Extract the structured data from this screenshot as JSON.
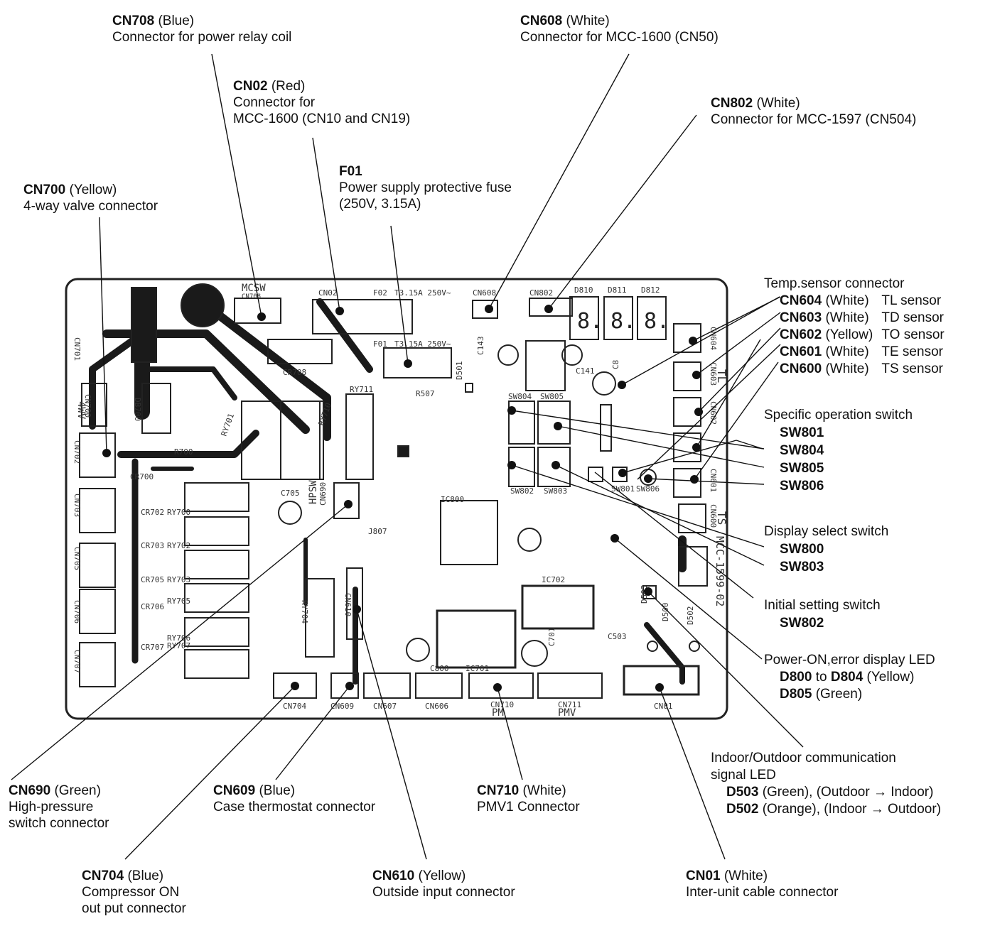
{
  "labels": {
    "cn708": {
      "code": "CN708",
      "color": "(Blue)",
      "desc": "Connector for power relay coil"
    },
    "cn608": {
      "code": "CN608",
      "color": "(White)",
      "desc": "Connector for MCC-1600 (CN50)"
    },
    "cn02": {
      "code": "CN02",
      "color": "(Red)",
      "desc1": "Connector for",
      "desc2": "MCC-1600 (CN10 and CN19)"
    },
    "cn802": {
      "code": "CN802",
      "color": "(White)",
      "desc": "Connector for MCC-1597 (CN504)"
    },
    "f01": {
      "code": "F01",
      "desc1": "Power supply protective fuse",
      "desc2": "(250V, 3.15A)"
    },
    "cn700": {
      "code": "CN700",
      "color": "(Yellow)",
      "desc": "4-way valve connector"
    },
    "temp_sensor": {
      "title": "Temp.sensor connector",
      "rows": [
        {
          "code": "CN604",
          "color": "(White)",
          "sensor": "TL sensor"
        },
        {
          "code": "CN603",
          "color": "(White)",
          "sensor": "TD sensor"
        },
        {
          "code": "CN602",
          "color": "(Yellow)",
          "sensor": "TO sensor"
        },
        {
          "code": "CN601",
          "color": "(White)",
          "sensor": "TE sensor"
        },
        {
          "code": "CN600",
          "color": "(White)",
          "sensor": "TS sensor"
        }
      ]
    },
    "specific_op": {
      "title": "Specific operation switch",
      "items": [
        "SW801",
        "SW804",
        "SW805",
        "SW806"
      ]
    },
    "display_sel": {
      "title": "Display select switch",
      "items": [
        "SW800",
        "SW803"
      ]
    },
    "initial_set": {
      "title": "Initial setting switch",
      "item": "SW802"
    },
    "power_led": {
      "title": "Power-ON,error display LED",
      "code_a": "D800",
      "to": "to",
      "code_b": "D804",
      "color_ab": "(Yellow)",
      "code_c": "D805",
      "color_c": "(Green)"
    },
    "comm_led": {
      "title1": "Indoor/Outdoor communication",
      "title2": "signal LED",
      "code_a": "D503",
      "desc_a": "(Green), (Outdoor → Indoor)",
      "code_b": "D502",
      "desc_b": "(Orange), (Indoor → Outdoor)"
    },
    "cn690": {
      "code": "CN690",
      "color": "(Green)",
      "desc1": "High-pressure",
      "desc2": "switch connector"
    },
    "cn609": {
      "code": "CN609",
      "color": "(Blue)",
      "desc": "Case thermostat connector"
    },
    "cn710": {
      "code": "CN710",
      "color": "(White)",
      "desc": "PMV1 Connector"
    },
    "cn704": {
      "code": "CN704",
      "color": "(Blue)",
      "desc1": "Compressor ON",
      "desc2": "out put connector"
    },
    "cn610": {
      "code": "CN610",
      "color": "(Yellow)",
      "desc": "Outside input connector"
    },
    "cn01": {
      "code": "CN01",
      "color": "(White)",
      "desc": "Inter-unit cable connector"
    }
  },
  "board": {
    "silkscreen": [
      "MCSW",
      "CN708",
      "CR708",
      "RY711",
      "RY710",
      "RY701",
      "R700",
      "DB700",
      "4WV",
      "CN700",
      "CN701",
      "CN702",
      "CN703",
      "CN705",
      "CN706",
      "CN707",
      "CR700",
      "CR702",
      "RY700",
      "CR703",
      "RY702",
      "CR705",
      "RY703",
      "CR706",
      "RY705",
      "RY706",
      "CR707",
      "RY707",
      "C705",
      "HPSW",
      "CN690",
      "J807",
      "RY704",
      "CN610",
      "CN704",
      "CN609",
      "CN607",
      "CN606",
      "CN710",
      "PM",
      "CN711",
      "PMV",
      "IC701",
      "IC702",
      "C701",
      "C503",
      "CN01",
      "CN02",
      "F02",
      "F01",
      "T3.15A 250V~",
      "CN608",
      "CN802",
      "D810",
      "D811",
      "D812",
      "SW804",
      "SW805",
      "SW802",
      "SW803",
      "SW806",
      "SW801",
      "R507",
      "C141",
      "C143",
      "C8",
      "IC800",
      "C800",
      "D500",
      "D501",
      "D503",
      "D502",
      "CN604",
      "CN603",
      "CN602",
      "CN601",
      "CN600",
      "TL",
      "TS",
      "MCC-1599-02"
    ],
    "led_digits": [
      "8.",
      "8.",
      "8."
    ]
  }
}
